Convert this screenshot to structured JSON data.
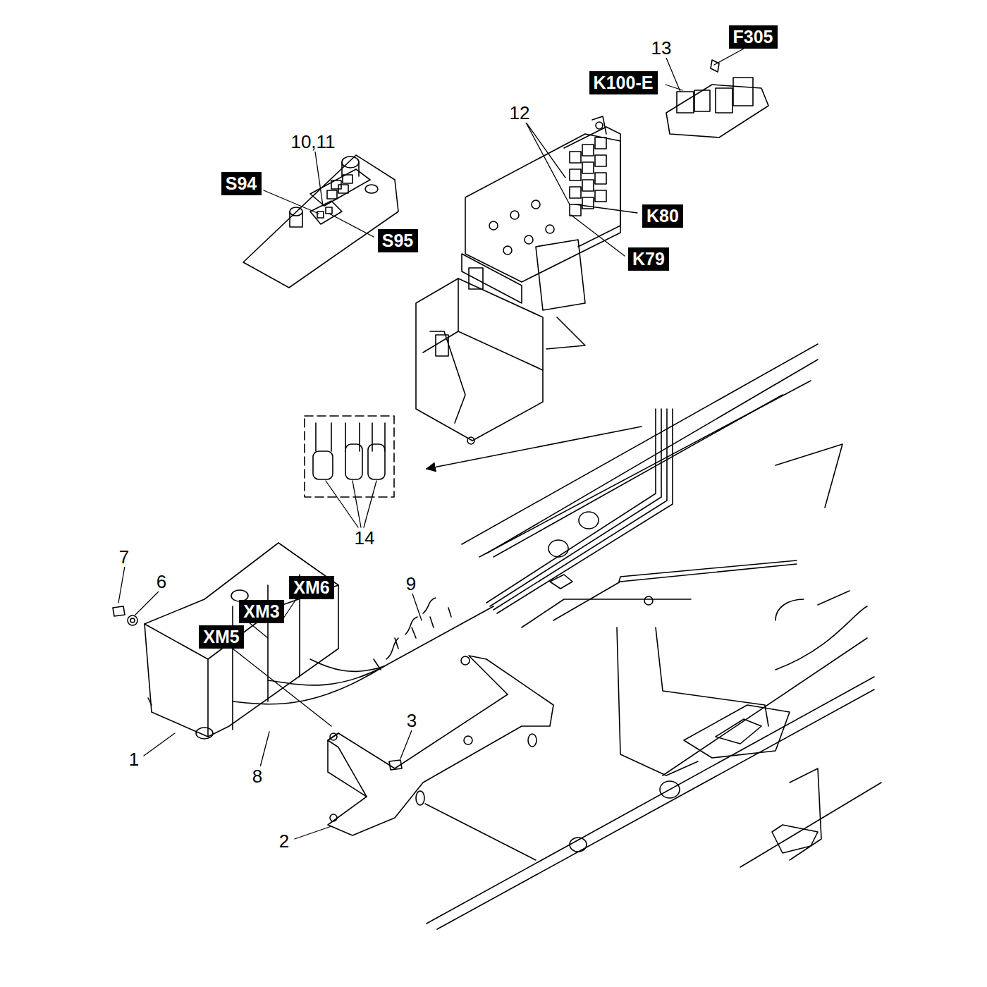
{
  "diagram": {
    "nodes": [
      {
        "text": [
          "F305"
        ]
      },
      {
        "text": [
          "K100-E"
        ]
      },
      {
        "text": [
          "S94"
        ]
      },
      {
        "text": [
          "K80"
        ]
      },
      {
        "text": [
          "S95"
        ]
      },
      {
        "text": [
          "K79"
        ]
      },
      {
        "text": [
          "XM6"
        ]
      },
      {
        "text": [
          "XM3"
        ]
      },
      {
        "text": [
          "XM5"
        ]
      }
    ],
    "labels": [
      "13",
      "12",
      "10,11",
      "14",
      "7",
      "6",
      "9",
      "3",
      "1",
      "8",
      "2"
    ]
  }
}
